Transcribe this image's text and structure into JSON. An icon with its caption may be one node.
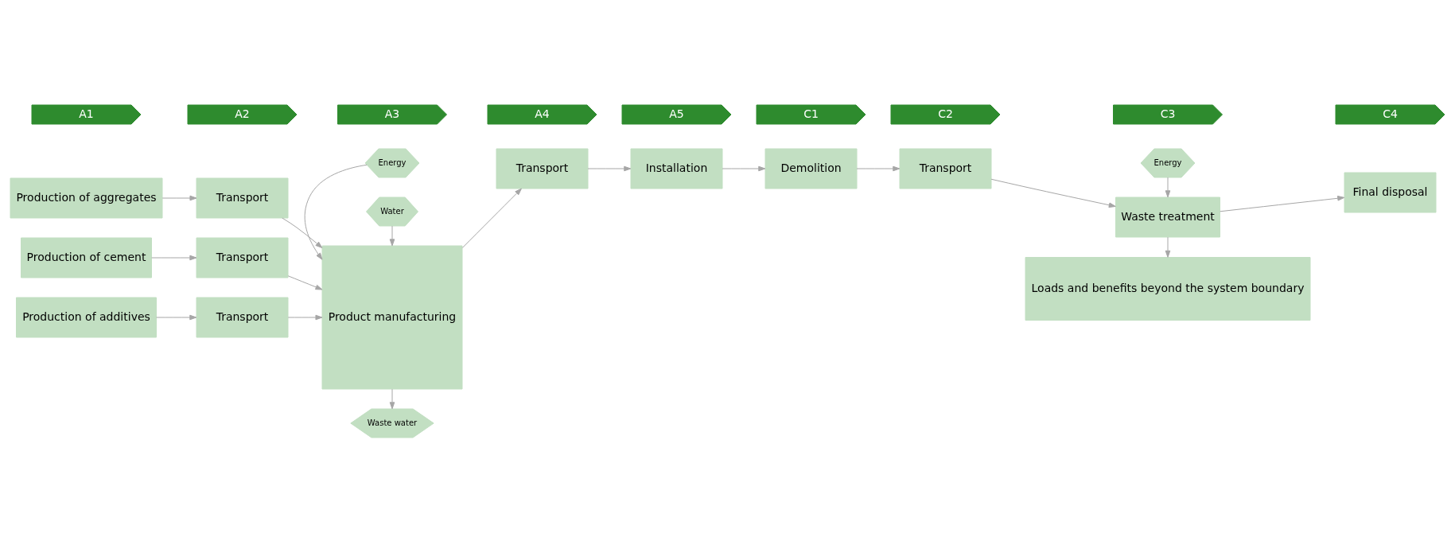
{
  "diagram": {
    "nodes": [
      {
        "text": [
          "A1"
        ]
      },
      {
        "text": [
          "A2"
        ]
      },
      {
        "text": [
          "A3"
        ]
      },
      {
        "text": [
          "A4"
        ]
      },
      {
        "text": [
          "A5"
        ]
      },
      {
        "text": [
          "C1"
        ]
      },
      {
        "text": [
          "C2"
        ]
      },
      {
        "text": [
          "C3"
        ]
      },
      {
        "text": [
          "C4"
        ]
      },
      {
        "text": [
          "Energy"
        ]
      },
      {
        "text": [
          "Water"
        ]
      },
      {
        "text": [
          "Energy"
        ]
      },
      {
        "text": [
          "Production of aggregates"
        ]
      },
      {
        "text": [
          "Transport"
        ]
      },
      {
        "text": [
          "Production of cement"
        ]
      },
      {
        "text": [
          "Transport"
        ]
      },
      {
        "text": [
          "Production of additives"
        ]
      },
      {
        "text": [
          "Transport"
        ]
      },
      {
        "text": [
          "Product manufacturing"
        ]
      },
      {
        "text": [
          "Waste water"
        ]
      },
      {
        "text": [
          "Transport"
        ]
      },
      {
        "text": [
          "Installation"
        ]
      },
      {
        "text": [
          "Demolition"
        ]
      },
      {
        "text": [
          "Transport"
        ]
      },
      {
        "text": [
          "Waste treatment"
        ]
      },
      {
        "text": [
          "Final disposal"
        ]
      },
      {
        "text": [
          "Loads and benefits beyond the system boundary"
        ]
      }
    ],
    "edges": [
      {
        "from": 12,
        "to": 13,
        "arrow": "to"
      },
      {
        "from": 14,
        "to": 15,
        "arrow": "to"
      },
      {
        "from": 16,
        "to": 17,
        "arrow": "to"
      },
      {
        "from": 13,
        "to": 18,
        "arrow": "to"
      },
      {
        "from": 15,
        "to": 18,
        "arrow": "to"
      },
      {
        "from": 17,
        "to": 18,
        "arrow": "to"
      },
      {
        "from": 9,
        "to": 18,
        "arrow": "to"
      },
      {
        "from": 10,
        "to": 18,
        "arrow": "to"
      },
      {
        "from": 18,
        "to": 19,
        "arrow": "to"
      },
      {
        "from": 18,
        "to": 20,
        "arrow": "to"
      },
      {
        "from": 20,
        "to": 21,
        "arrow": "to"
      },
      {
        "from": 21,
        "to": 22,
        "arrow": "to"
      },
      {
        "from": 22,
        "to": 23,
        "arrow": "to"
      },
      {
        "from": 23,
        "to": 24,
        "arrow": "to"
      },
      {
        "from": 24,
        "to": 25,
        "arrow": "to"
      },
      {
        "from": 11,
        "to": 24,
        "arrow": "to"
      },
      {
        "from": 24,
        "to": 26,
        "arrow": "to"
      }
    ]
  }
}
